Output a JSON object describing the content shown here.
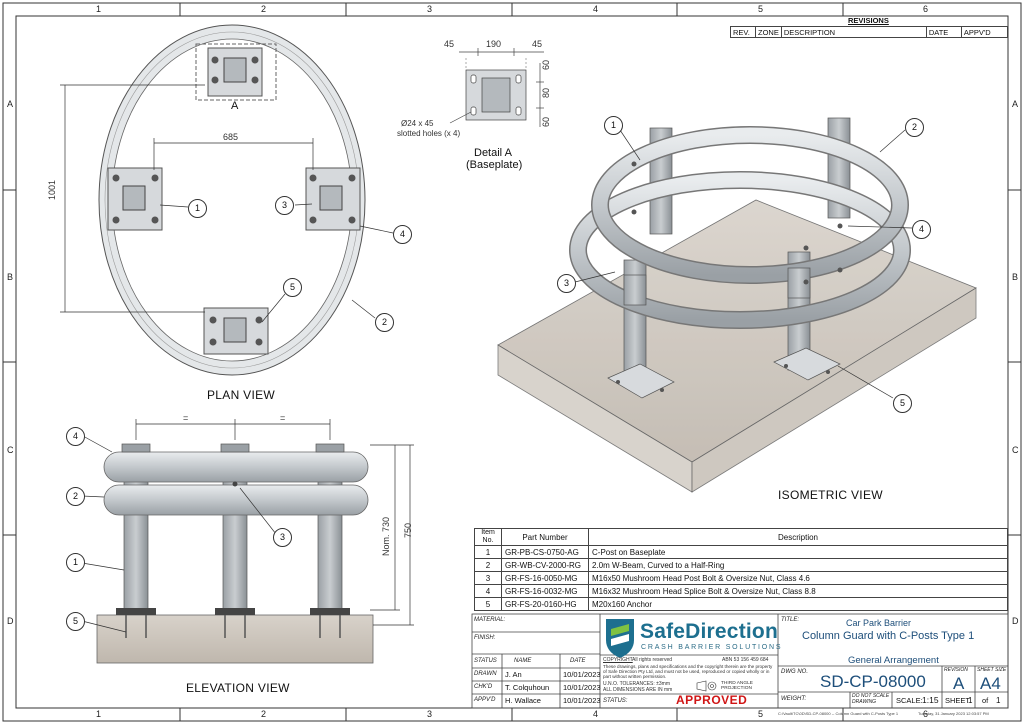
{
  "zones": {
    "columns": [
      "1",
      "2",
      "3",
      "4",
      "5",
      "6"
    ],
    "rows": [
      "A",
      "B",
      "C",
      "D"
    ]
  },
  "revisions": {
    "title": "REVISIONS",
    "headers": [
      "REV.",
      "ZONE",
      "DESCRIPTION",
      "DATE",
      "APPV'D"
    ]
  },
  "plan_view": {
    "title": "PLAN VIEW",
    "dim_width": "685",
    "dim_height": "1001",
    "detail_ref": "A"
  },
  "detail_a": {
    "title": "Detail A",
    "subtitle": "(Baseplate)",
    "dims_top": [
      "45",
      "190",
      "45"
    ],
    "dims_side": [
      "60",
      "80",
      "60"
    ],
    "hole_note_1": "Ø24 x 45",
    "hole_note_2": "slotted holes (x 4)"
  },
  "isometric_view": {
    "title": "ISOMETRIC VIEW"
  },
  "elevation_view": {
    "title": "ELEVATION VIEW",
    "equal_mark": "=",
    "dim_nom": "Nom. 730",
    "dim_total": "750"
  },
  "bom": {
    "headers": [
      "Item No.",
      "Part Number",
      "Description"
    ],
    "rows": [
      {
        "item": "1",
        "part": "GR-PB-CS-0750-AG",
        "desc": "C-Post on Baseplate"
      },
      {
        "item": "2",
        "part": "GR-WB-CV-2000-RG",
        "desc": "2.0m W-Beam, Curved to a Half-Ring"
      },
      {
        "item": "3",
        "part": "GR-FS-16-0050-MG",
        "desc": "M16x50 Mushroom Head Post Bolt & Oversize Nut, Class 4.6"
      },
      {
        "item": "4",
        "part": "GR-FS-16-0032-MG",
        "desc": "M16x32 Mushroom Head Splice Bolt & Oversize Nut, Class 8.8"
      },
      {
        "item": "5",
        "part": "GR-FS-20-0160-HG",
        "desc": "M20x160 Anchor"
      }
    ]
  },
  "title_block": {
    "material_label": "MATERIAL:",
    "finish_label": "FINISH:",
    "status_headers": [
      "STATUS",
      "NAME",
      "DATE"
    ],
    "signoffs": [
      {
        "role": "DRAWN",
        "name": "J. An",
        "date": "10/01/2023"
      },
      {
        "role": "CHK'D",
        "name": "T. Colquhoun",
        "date": "10/01/2023"
      },
      {
        "role": "APPV'D",
        "name": "H. Wallace",
        "date": "10/01/2023"
      }
    ],
    "logo_main": "SafeDirection",
    "logo_sub": "CRASH BARRIER SOLUTIONS",
    "copyright_label": "COPYRIGHT",
    "copyright_rights": "All rights reserved",
    "abn": "ABN 53 156 459 684",
    "copyright_text": "These drawings, plans and specifications and the copyright therein are the property of Safe Direction Pty Ltd, and must not be used, reproduced or copied wholly or in part without written permission.",
    "tolerance_note": "U.N.O. TOLERANCES: ±3mm",
    "dimension_note": "ALL DIMENSIONS ARE IN mm",
    "projection_note": "THIRD ANGLE PROJECTION",
    "status_label": "STATUS:",
    "status_value": "APPROVED",
    "title_label": "TITLE:",
    "title_line1": "Car Park Barrier",
    "title_line2": "Column Guard with C-Posts Type 1",
    "title_line3": "General Arrangement",
    "dwg_no_label": "DWG NO.",
    "dwg_no": "SD-CP-08000",
    "revision_label": "REVISION",
    "revision": "A",
    "sheet_size_label": "SHEET SIZE",
    "sheet_size": "A4",
    "weight_label": "WEIGHT:",
    "do_not_scale": "DO NOT SCALE DRAWING",
    "scale_label": "SCALE:",
    "scale": "1:15",
    "sheet_label": "SHEET",
    "sheet_num": "1",
    "sheet_of": "of",
    "sheet_total": "1",
    "file_path": "C:\\Vault\\TC\\0D\\SD-CP-08000 -- Column Guard with C-Posts Type 1",
    "plot_date": "Tuesday, 31 January 2023 12:03:57 PM"
  },
  "colors": {
    "frame": "#333333",
    "steel": "#c9cdd0",
    "steel_dark": "#8e9499",
    "concrete": "#cdc6bd",
    "brand": "#1d6f8f",
    "approved": "#d01515"
  }
}
